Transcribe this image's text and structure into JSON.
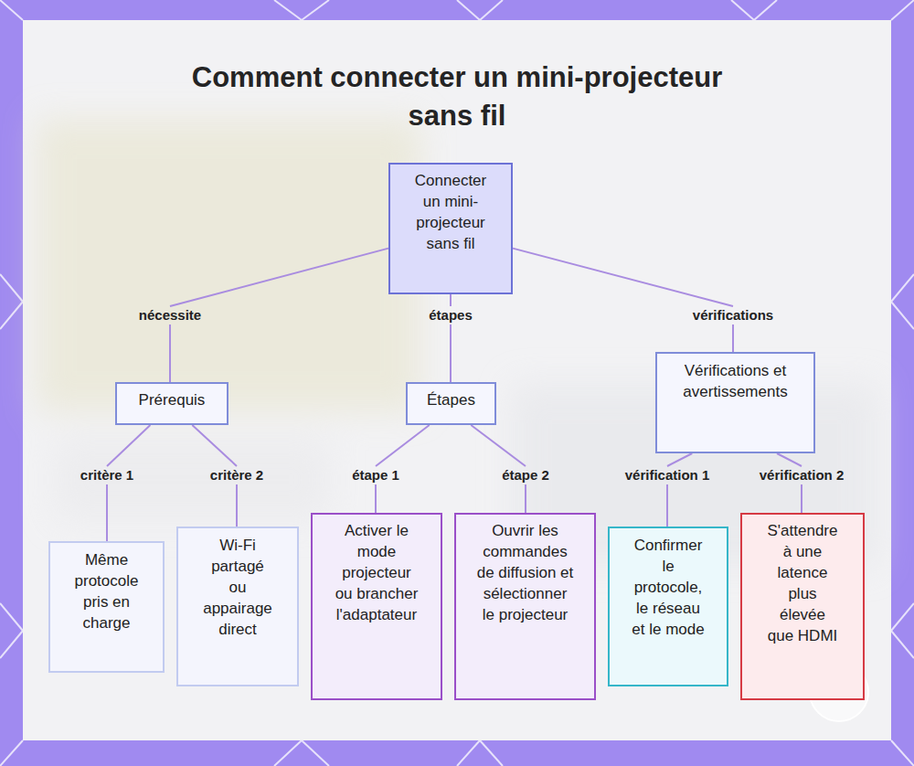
{
  "diagram": {
    "title": "Comment connecter un mini-projecteur sans fil",
    "nodes": [
      {
        "text": [
          "Connecter un mini-projecteur sans fil"
        ]
      },
      {
        "text": [
          "Prérequis"
        ]
      },
      {
        "text": [
          "Étapes"
        ]
      },
      {
        "text": [
          "Vérifications et avertissements"
        ]
      },
      {
        "text": [
          "Même protocole pris en charge"
        ]
      },
      {
        "text": [
          "Wi-Fi partagé ou appairage direct"
        ]
      },
      {
        "text": [
          "Activer le mode projecteur ou brancher l'adaptateur"
        ]
      },
      {
        "text": [
          "Ouvrir les commandes de diffusion et sélectionner le projecteur"
        ]
      },
      {
        "text": [
          "Confirmer le protocole, le réseau et le mode"
        ]
      },
      {
        "text": [
          "S'attendre à une latence plus élevée que HDMI"
        ]
      }
    ],
    "edges": [
      {
        "from": 0,
        "to": 1,
        "label": "nécessite",
        "arrow": "none"
      },
      {
        "from": 0,
        "to": 2,
        "label": "étapes",
        "arrow": "none"
      },
      {
        "from": 0,
        "to": 3,
        "label": "vérifications",
        "arrow": "none"
      },
      {
        "from": 1,
        "to": 4,
        "label": "critère 1",
        "arrow": "none"
      },
      {
        "from": 1,
        "to": 5,
        "label": "critère 2",
        "arrow": "none"
      },
      {
        "from": 2,
        "to": 6,
        "label": "étape 1",
        "arrow": "none"
      },
      {
        "from": 2,
        "to": 7,
        "label": "étape 2",
        "arrow": "none"
      },
      {
        "from": 3,
        "to": 8,
        "label": "vérification 1",
        "arrow": "none"
      },
      {
        "from": 3,
        "to": 9,
        "label": "vérification 2",
        "arrow": "none"
      }
    ]
  }
}
